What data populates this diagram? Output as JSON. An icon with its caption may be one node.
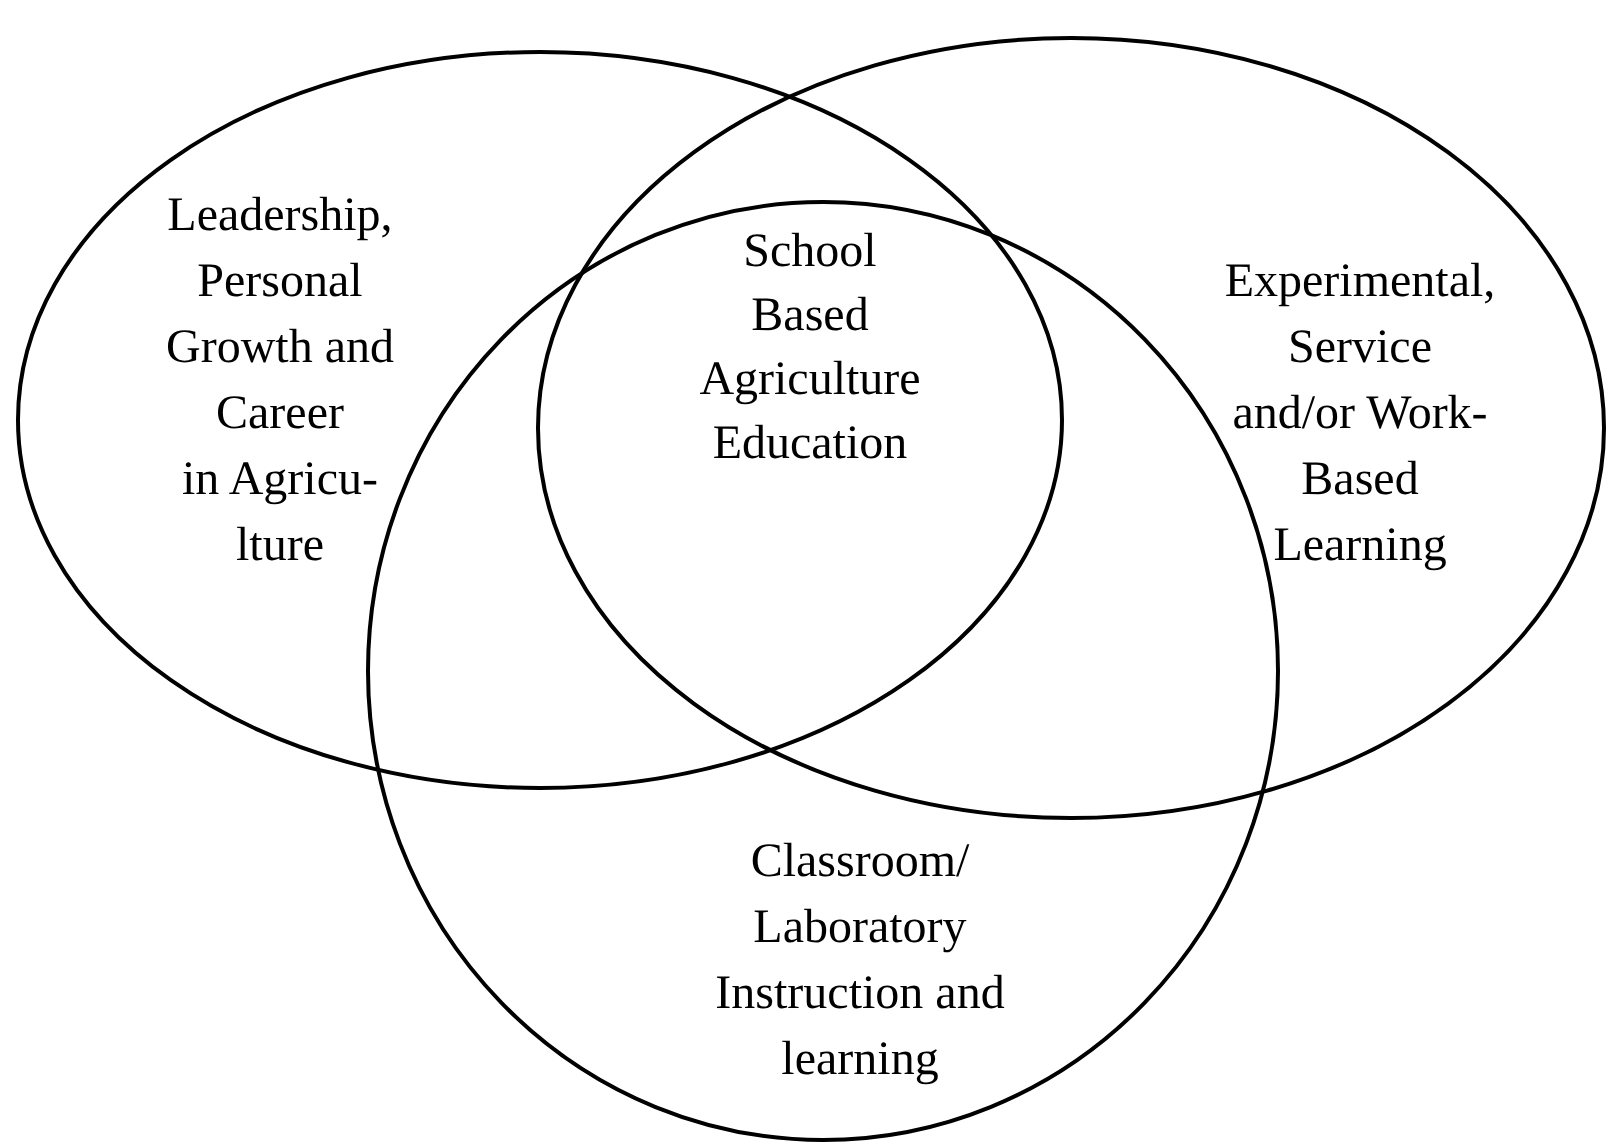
{
  "diagram": {
    "nodes": [
      {
        "text": [
          "Leadership, Personal Growth and Career in Agricu- lture"
        ]
      },
      {
        "text": [
          "Experimental, Service and/or Work- Based Learning"
        ]
      },
      {
        "text": [
          "Classroom/ Laboratory Instruction and learning"
        ]
      }
    ],
    "labels": [
      "School Based Agriculture Education"
    ]
  }
}
